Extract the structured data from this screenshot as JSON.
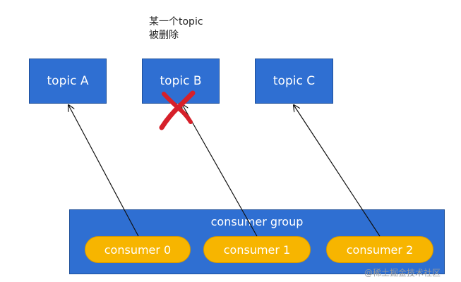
{
  "note": {
    "line1": "某一个topic",
    "line2": "被删除"
  },
  "topics": [
    {
      "label": "topic A"
    },
    {
      "label": "topic B"
    },
    {
      "label": "topic C"
    }
  ],
  "group": {
    "label": "consumer group",
    "consumers": [
      {
        "label": "consumer 0"
      },
      {
        "label": "consumer 1"
      },
      {
        "label": "consumer 2"
      }
    ]
  },
  "watermark": "@稀土掘金技术社区",
  "colors": {
    "topic_fill": "#2f6fd2",
    "consumer_fill": "#f7b500",
    "delete_mark": "#d6202a"
  }
}
